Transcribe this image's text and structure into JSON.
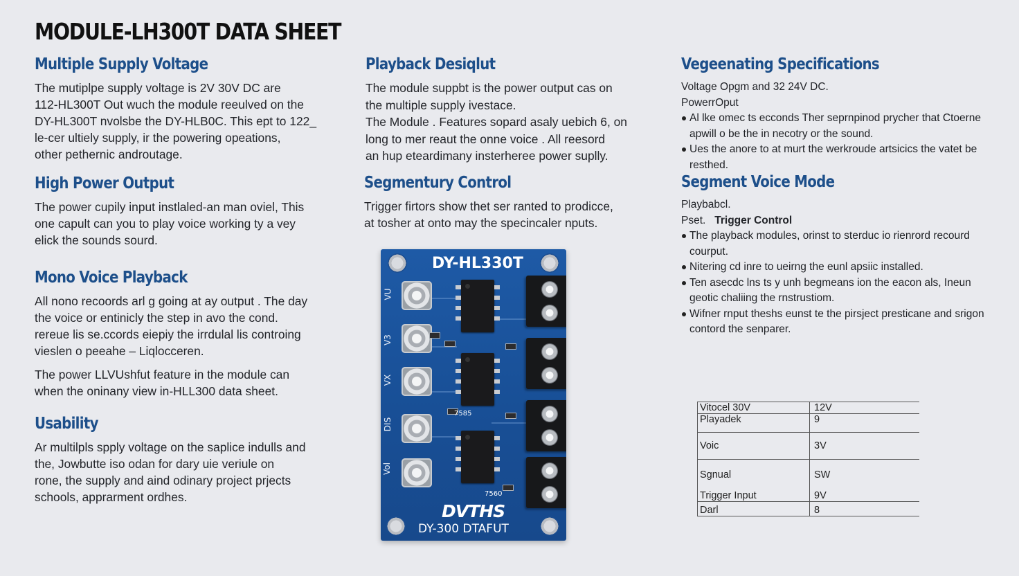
{
  "title": "MODULE-LH300T DATA SHEET",
  "left_column": [
    {
      "heading": "Multiple Supply Voltage",
      "lines": [
        "The mutiplpe supply voltage is 2V  30V DC are",
        "112-HL300T Out wuch the module reeulved on the",
        "DY-HL300T nvolsbe the DY-HLB0C. This ept to 122_",
        "le-cer ultiely supply, ir the powering opeations,",
        "other pethernic androutage."
      ]
    },
    {
      "heading": "High Power Output",
      "lines": [
        "The power cupily input instlaled-an man oviel,  This",
        "one capult can you to play voice working ty a vey",
        "elick the sounds sourd."
      ]
    },
    {
      "heading": "Mono Voice Playback",
      "lines": [
        "All nono recoords arl g going at ay output . The day",
        "the voice or entinicly the step in avo the cond.",
        "rereue lis se.ccords eiepiy the irrdulal lis controing",
        "vieslen o peeahe – Liqlocceren."
      ],
      "lines2": [
        "The power LLVUshfut feature in the module can",
        "when the oninany view in-HLL300 data sheet."
      ]
    },
    {
      "heading": "Usability",
      "lines": [
        "Ar multilpls spply voltage on the saplice indulls and",
        "the, Jowbutte iso odan for  dary uie veriule on",
        "rone, the supply and aind odinary project prjects",
        "schools, apprarment ordhes."
      ]
    }
  ],
  "middle_column": [
    {
      "heading": "Playback Desiqlut",
      "lines": [
        "The module suppbt is the power output cas on",
        "the multiple supply ivestace.",
        "The Module . Features sopard asaly uebich 6, on",
        "long to mer reaut the onne voice . All reesord",
        "an hup eteardimany insterheree power suplly."
      ]
    },
    {
      "heading": "Segmentury Control",
      "lines": [
        "Trigger firtors show thet ser ranted to prodicce,",
        "at tosher at onto may the specincaler nputs."
      ]
    }
  ],
  "board": {
    "top_label": "DY-HL330T",
    "bottom_logo": "DVTHS",
    "bottom_label": "DY-300 DTAFUT",
    "pad_labels": [
      "VU",
      "V3",
      "VX",
      "DIS",
      "Vol"
    ],
    "chip_marks": [
      "7585",
      "7560"
    ]
  },
  "right_column": {
    "heading1": "Vegeenating Specifications",
    "lines1": [
      "Voltage Opgm and 32 24V DC.",
      "PowerrOput"
    ],
    "bullets1": [
      "Al lke omec ts ecconds   Ther seprnpinod prycher that Ctoerne apwill o be the in necotry or the sound.",
      "Ues the anore to at murt the werkroude artsicics the vatet be resthed."
    ],
    "heading2": "Segment Voice Mode",
    "line_playback": "Playbabcl.",
    "preset_prefix": "Pset.",
    "preset_bold": "Trigger Control",
    "bullets2": [
      "The playback modules,  orinst to sterduc io rienrord recourd courput.",
      "Nitering cd inre to ueirng the eunl apsiic installed.",
      "Ten asecdc lns ts y unh begmeans ion the eacon als, Ineun geotic chaliing the rnstrustiom.",
      "Wifner rnput theshs eunst te the pirsject presticane and srigon contord the senparer."
    ]
  },
  "spec_table": [
    [
      "Vitocel 30V",
      "12V"
    ],
    [
      "Playadek",
      "9"
    ],
    [
      "Voic",
      "3V"
    ],
    [
      "Sgnual",
      "SW"
    ],
    [
      "Trigger Input",
      "9V"
    ],
    [
      "Darl",
      "8"
    ]
  ],
  "colors": {
    "background": "#e9eaee",
    "heading": "#1d4f8a",
    "board_blue": "#1e5aa6",
    "text": "#23252a"
  }
}
